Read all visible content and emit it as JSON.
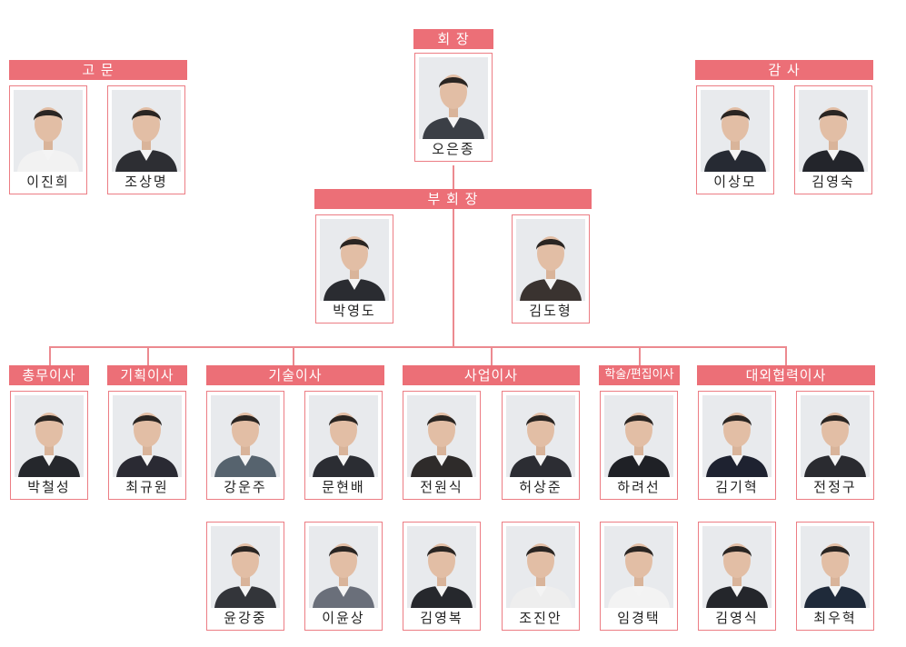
{
  "groups": {
    "chairman": "회 장",
    "advisors": "고 문",
    "auditors": "감 사",
    "vice": "부 회 장",
    "general": "총무이사",
    "planning": "기획이사",
    "tech": "기술이사",
    "business": "사업이사",
    "academic": "학술/편집이사",
    "external": "대외협력이사"
  },
  "people": {
    "chairman": "오은종",
    "advisor_1": "이진희",
    "advisor_2": "조상명",
    "auditor_1": "이상모",
    "auditor_2": "김영숙",
    "vice_1": "박영도",
    "vice_2": "김도형",
    "general_1": "박철성",
    "planning_1": "최규원",
    "tech_1": "강운주",
    "tech_2": "문현배",
    "tech_3": "윤강중",
    "tech_4": "이윤상",
    "business_1": "전원식",
    "business_2": "허상준",
    "business_3": "김영복",
    "business_4": "조진안",
    "academic_1": "하려선",
    "academic_2": "임경택",
    "external_1": "김기혁",
    "external_2": "전정구",
    "external_3": "김영식",
    "external_4": "최우혁"
  },
  "colors": {
    "accent": "#ec6f77",
    "border": "#ec7d84"
  },
  "photo_icon": "portrait-photo"
}
